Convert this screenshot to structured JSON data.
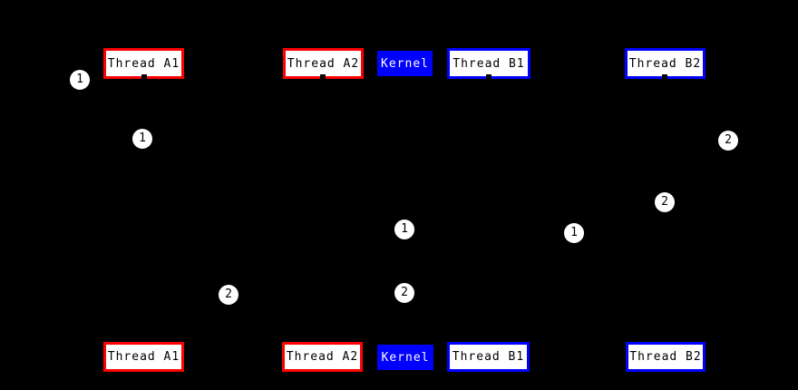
{
  "diagram": {
    "type": "sequence-diagram",
    "description_visible_elements": "actor boxes at top and bottom of lifelines plus numbered step markers",
    "colors": {
      "diagram-bg": "#000000",
      "thread-a-border": "#ff0000",
      "thread-b-border": "#0000ff",
      "kernel-bg": "#0000ff",
      "box-fill": "#ffffff",
      "box-text": "#000000",
      "kernel-text": "#ffffff",
      "circle-fill": "#ffffff",
      "circle-text": "#000000"
    },
    "top_actors": [
      {
        "label": "Thread A1"
      },
      {
        "label": "Thread A2"
      },
      {
        "label": "Kernel"
      },
      {
        "label": "Thread B1"
      },
      {
        "label": "Thread B2"
      }
    ],
    "bottom_actors": [
      {
        "label": "Thread A1"
      },
      {
        "label": "Thread A2"
      },
      {
        "label": "Kernel"
      },
      {
        "label": "Thread B1"
      },
      {
        "label": "Thread B2"
      }
    ],
    "circles": [
      {
        "label": "1"
      },
      {
        "label": "1"
      },
      {
        "label": "2"
      },
      {
        "label": "2"
      },
      {
        "label": "1"
      },
      {
        "label": "1"
      },
      {
        "label": "2"
      },
      {
        "label": "2"
      }
    ]
  }
}
